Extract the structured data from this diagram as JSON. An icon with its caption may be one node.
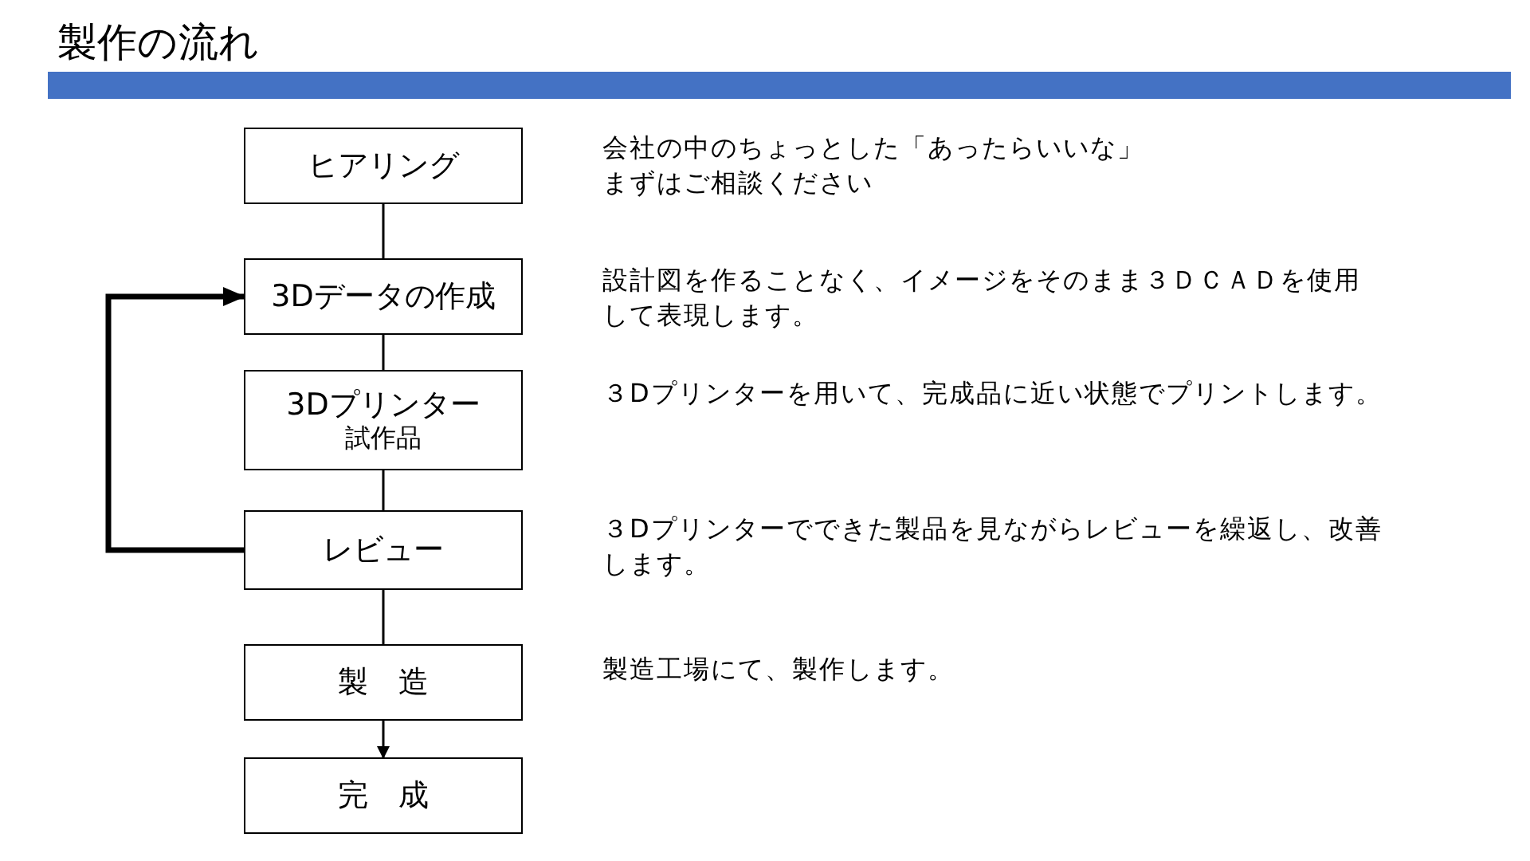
{
  "diagram": {
    "title": "製作の流れ",
    "nodes": [
      {
        "text": [
          "ヒアリング"
        ],
        "beside": [
          "会社の中のちょっとした「あったらいいな」まずはご相談ください"
        ]
      },
      {
        "text": [
          "3Dデータの作成"
        ],
        "beside": [
          "設計図を作ることなく、イメージをそのまま３ＤＣＡＤを使用して表現します。"
        ]
      },
      {
        "text": [
          "3Dプリンター",
          "試作品"
        ],
        "beside": [
          "３Dプリンターを用いて、完成品に近い状態でプリントします。"
        ]
      },
      {
        "text": [
          "レビュー"
        ],
        "beside": [
          "３Dプリンターでできた製品を見ながらレビューを繰返し、改善します。"
        ]
      },
      {
        "text": [
          "製　造"
        ],
        "beside": [
          "製造工場にて、製作します。"
        ]
      },
      {
        "text": [
          "完　成"
        ]
      }
    ],
    "edges": [
      {
        "from": 0,
        "to": 1,
        "arrow": "none"
      },
      {
        "from": 1,
        "to": 2,
        "arrow": "none"
      },
      {
        "from": 2,
        "to": 3,
        "arrow": "none"
      },
      {
        "from": 3,
        "to": 4,
        "arrow": "none"
      },
      {
        "from": 4,
        "to": 5,
        "arrow": "to"
      },
      {
        "from": 3,
        "to": 1,
        "arrow": "to",
        "style": "thick"
      }
    ]
  }
}
